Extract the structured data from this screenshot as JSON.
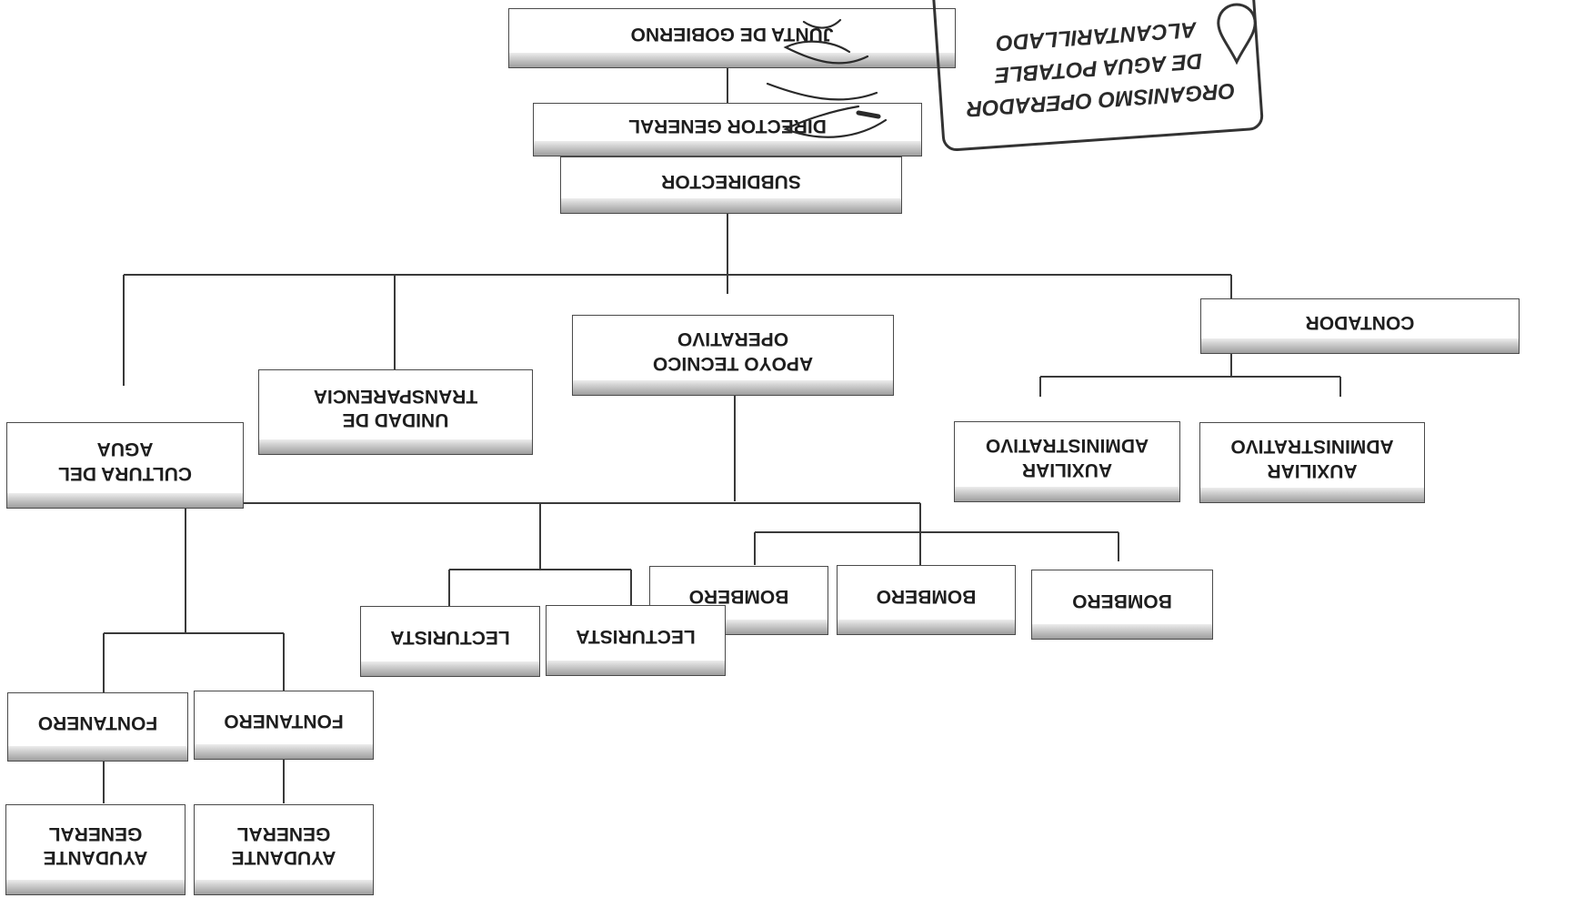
{
  "org_chart": {
    "orientation": "rotated 180 degrees (scanned upside-down)",
    "nodes": {
      "junta": "JUNTA DE GOBIERNO",
      "director": "DIRECTOR GENERAL",
      "subdirector": "SUBDIRECTOR",
      "apoyo": "APOYO TECNICO\nOPERATIVO",
      "transparencia": "UNIDAD DE\nTRANSPARENCIA",
      "cultura": "CULTURA DEL\nAGUA",
      "contador": "CONTADOR",
      "aux1": "AUXILIAR\nADMINISTRATIVO",
      "aux2": "AUXILIAR\nADMINISTRATIVO",
      "bombero1": "BOMBERO",
      "bombero2": "BOMBERO",
      "bombero3": "BOMBERO",
      "lecturista1": "LECTURISTA",
      "lecturista2": "LECTURISTA",
      "fontanero1": "FONTANERO",
      "fontanero2": "FONTANERO",
      "ayudante1": "AYUDANTE\nGENERAL",
      "ayudante2": "AYUDANTE\nGENERAL"
    }
  },
  "stamp": {
    "line1": "ORGANISMO OPERADOR",
    "line2": "DE AGUA POTABLE",
    "line3": "ALCANTARILLADO"
  },
  "colors": {
    "ink": "#1e1e1e",
    "box_border": "#4a4a4a",
    "header_gradient": "#9e9e9e"
  }
}
